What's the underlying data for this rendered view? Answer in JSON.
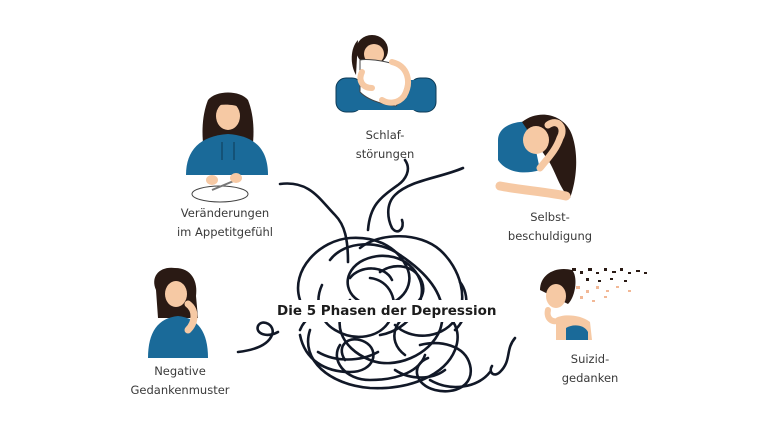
{
  "title": "Die 5 Phasen der Depression",
  "colors": {
    "background": "#ffffff",
    "shirt_blue": "#1a6a99",
    "hair": "#2a1a14",
    "skin": "#f6c9a4",
    "string": "#111827",
    "label_text": "#3a3a3a"
  },
  "phases": [
    {
      "id": "sleep",
      "lines": [
        "Schlaf-",
        "störungen"
      ],
      "icon": "woman-hugging-pillow-icon"
    },
    {
      "id": "appetite",
      "lines": [
        "Veränderungen",
        "im Appetitgefühl"
      ],
      "icon": "woman-with-fork-and-plate-icon"
    },
    {
      "id": "self-blame",
      "lines": [
        "Selbst-",
        "beschuldigung"
      ],
      "icon": "woman-holding-head-icon"
    },
    {
      "id": "suicidal",
      "lines": [
        "Suizid-",
        "gedanken"
      ],
      "icon": "woman-disintegrating-icon"
    },
    {
      "id": "negative",
      "lines": [
        "Negative",
        "Gedankenmuster"
      ],
      "icon": "woman-resting-chin-icon"
    }
  ]
}
